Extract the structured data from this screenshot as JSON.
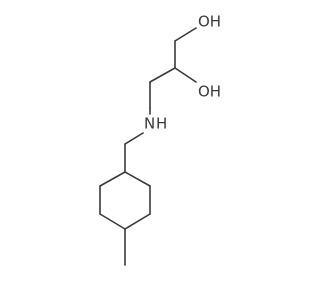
{
  "molecule": {
    "labels": {
      "oh_top": "OH",
      "oh_mid": "OH",
      "nh": "N",
      "nh_h": "H"
    },
    "colors": {
      "bond": "#3a3a3a",
      "text": "#3a3a3a",
      "background": "#ffffff"
    }
  }
}
